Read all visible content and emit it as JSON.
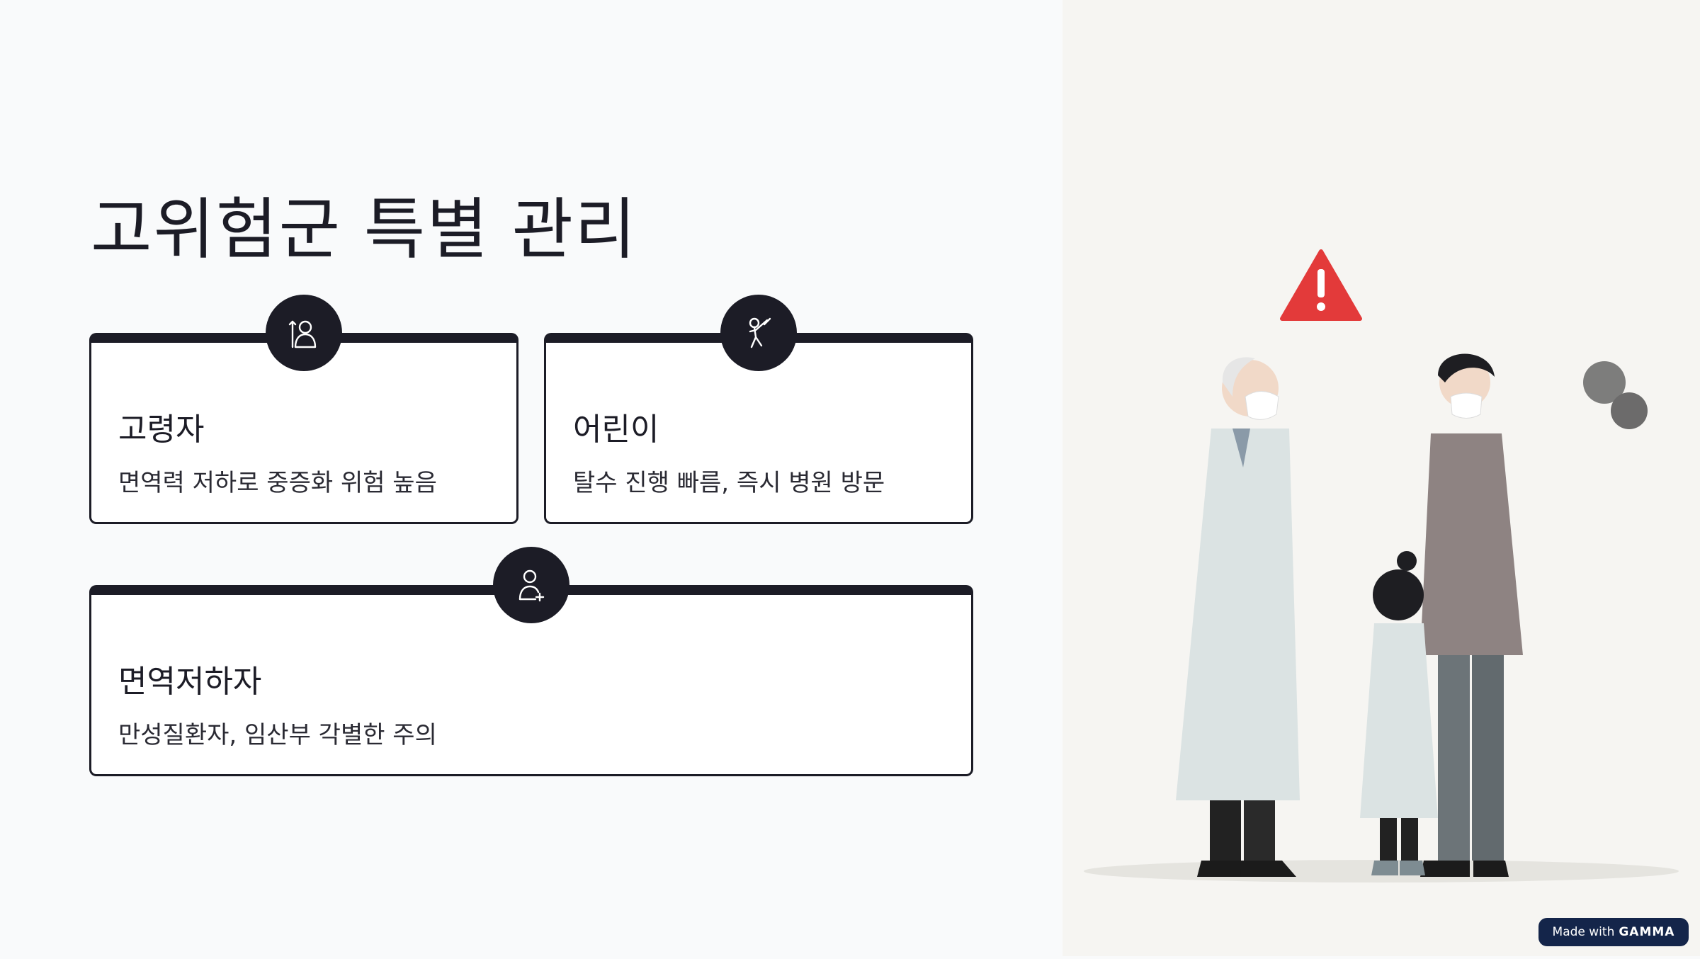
{
  "slide": {
    "title": "고위험군 특별 관리",
    "cards": [
      {
        "title": "고령자",
        "desc": "면역력 저하로 중증화 위험 높음",
        "icon": "elderly-person-icon"
      },
      {
        "title": "어린이",
        "desc": "탈수 진행 빠름, 즉시 병원 방문",
        "icon": "child-icon"
      },
      {
        "title": "면역저하자",
        "desc": "만성질환자, 임산부 각별한 주의",
        "icon": "patient-icon"
      }
    ]
  },
  "badge": {
    "prefix": "Made with",
    "brand": "GAMMA"
  },
  "colors": {
    "dark": "#1c1c26",
    "warning": "#e33a3a",
    "badge_bg": "#14254a"
  }
}
